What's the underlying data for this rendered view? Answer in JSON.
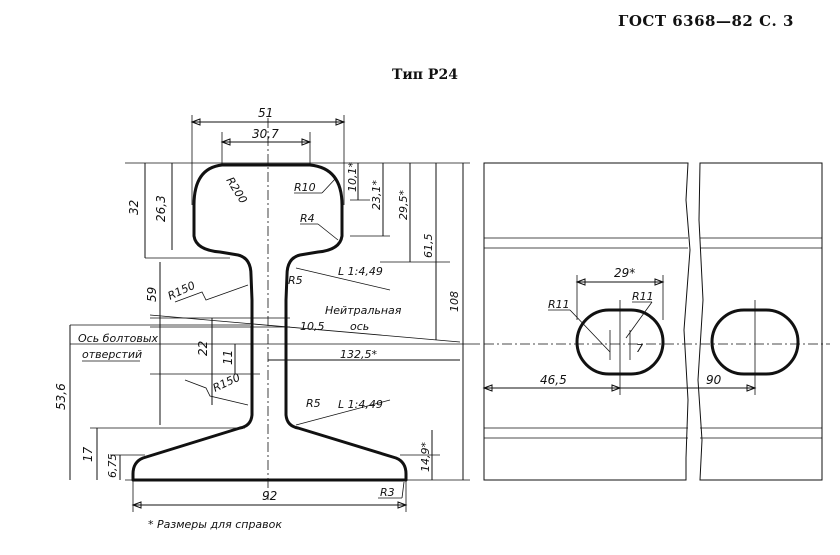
{
  "header": {
    "gost": "ГОСТ 6368—82 С. 3",
    "type": "Тип Р24"
  },
  "dims": {
    "d51": "51",
    "d30_7": "30,7",
    "d32": "32",
    "d26_3": "26,3",
    "r200": "R200",
    "r10": "R10",
    "d10_1": "10,1*",
    "d23_1": "23,1*",
    "d29_5": "29,5*",
    "d61_5": "61,5",
    "r4": "R4",
    "d108": "108",
    "r5_top": "R5",
    "slope_top": "L 1:4,49",
    "r150_top": "R150",
    "d59": "59",
    "neutral_axis": "Нейтральная ось",
    "d10_5": "10,5",
    "bolt_axis": "Ось болтовых отверстий",
    "d22": "22",
    "d11": "11",
    "d132_5": "132,5*",
    "d53_6": "53,6",
    "r150_bot": "R150",
    "r5_bot": "R5",
    "slope_bot": "L 1:4,49",
    "d17": "17",
    "d6_75": "6,75",
    "d14_9": "14,9*",
    "d92": "92",
    "r3": "R3",
    "d29": "29*",
    "r11a": "R11",
    "r11b": "R11",
    "d7": "7",
    "d46_5": "46,5",
    "d90": "90"
  },
  "footnote": "* Размеры для справок"
}
